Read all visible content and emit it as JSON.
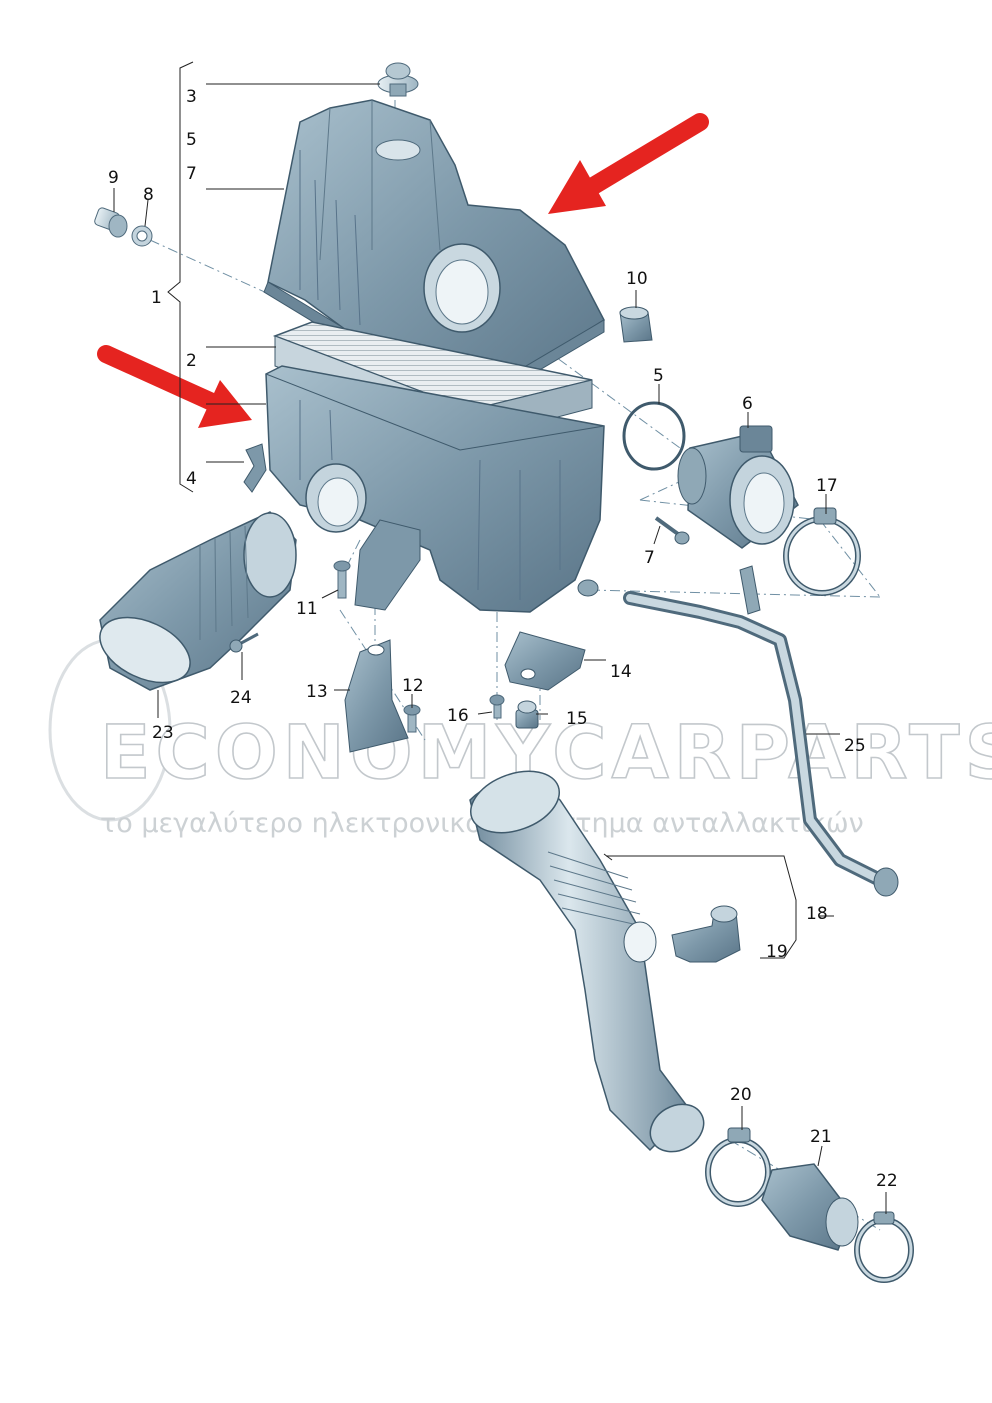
{
  "diagram": {
    "part_labels": [
      {
        "id": "p3",
        "text": "3"
      },
      {
        "id": "p5a",
        "text": "5"
      },
      {
        "id": "p7a",
        "text": "7"
      },
      {
        "id": "p9",
        "text": "9"
      },
      {
        "id": "p8",
        "text": "8"
      },
      {
        "id": "p1",
        "text": "1"
      },
      {
        "id": "p2",
        "text": "2"
      },
      {
        "id": "p4",
        "text": "4"
      },
      {
        "id": "p10",
        "text": "10"
      },
      {
        "id": "p5b",
        "text": "5"
      },
      {
        "id": "p6",
        "text": "6"
      },
      {
        "id": "p17",
        "text": "17"
      },
      {
        "id": "p7b",
        "text": "7"
      },
      {
        "id": "p11",
        "text": "11"
      },
      {
        "id": "p24",
        "text": "24"
      },
      {
        "id": "p13",
        "text": "13"
      },
      {
        "id": "p12",
        "text": "12"
      },
      {
        "id": "p16",
        "text": "16"
      },
      {
        "id": "p15",
        "text": "15"
      },
      {
        "id": "p14",
        "text": "14"
      },
      {
        "id": "p23",
        "text": "23"
      },
      {
        "id": "p25",
        "text": "25"
      },
      {
        "id": "p18",
        "text": "18"
      },
      {
        "id": "p19",
        "text": "19"
      },
      {
        "id": "p20",
        "text": "20"
      },
      {
        "id": "p21",
        "text": "21"
      },
      {
        "id": "p22",
        "text": "22"
      }
    ]
  },
  "watermark": {
    "brand": "ECONOMYCARPARTS.GR",
    "slogan": "το μεγαλύτερο ηλεκτρονικό κατάστημα ανταλλακτικών"
  },
  "colors": {
    "part_fill": "#7f9aab",
    "part_light": "#c9d8e0",
    "part_dark": "#4f6a7c",
    "arrow": "#e52420",
    "leader": "#222222"
  }
}
